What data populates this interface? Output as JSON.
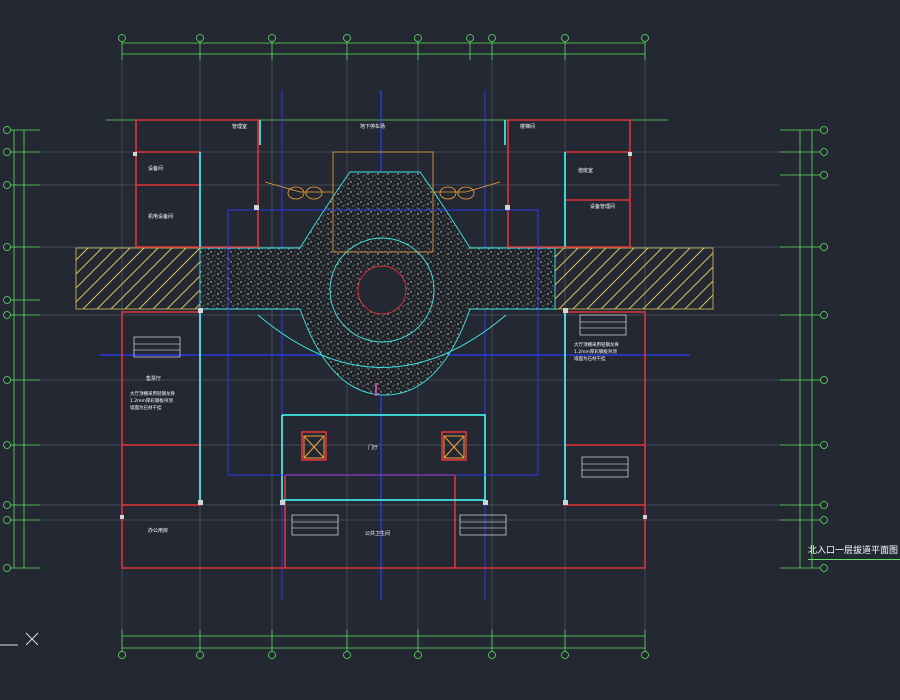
{
  "drawing": {
    "title": "北入口一层拔道平面图",
    "note_lines_left": [
      "大厅顶棚采用轻钢龙骨",
      "1.2mm厚彩钢板吊顶",
      "墙面为石材干挂"
    ],
    "note_lines_right": [
      "大厅顶棚采用轻钢龙骨",
      "1.2mm厚彩钢板吊顶",
      "墙面为石材干挂"
    ],
    "room_labels": [
      "管理室",
      "设备间",
      "机电设备间",
      "楼梯间",
      "值班室",
      "门厅",
      "售票厅",
      "设备管理间",
      "地下停车场",
      "办公用房",
      "公共卫生间"
    ]
  },
  "colors": {
    "background": "#232832",
    "grid_line": "#5fe35f",
    "wall_red": "#e0343a",
    "glass_cyan": "#3fe6e6",
    "axis_blue": "#2d3cff",
    "hatch_yellow": "#d8c25e",
    "stair_orange": "#f2a43a",
    "white": "#ffffff"
  }
}
